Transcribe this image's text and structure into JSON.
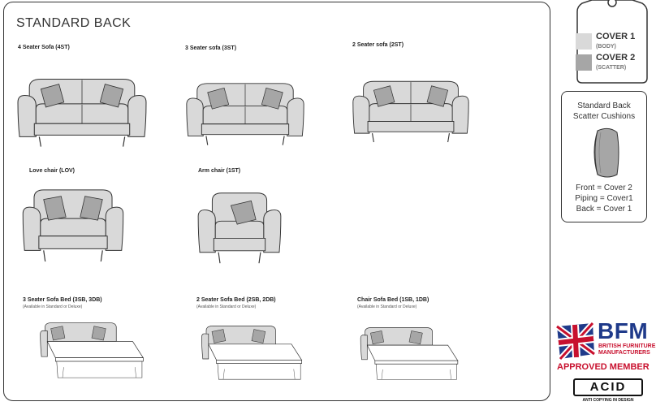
{
  "page_title": "STANDARD BACK",
  "items": [
    {
      "label": "4 Seater Sofa (4ST)"
    },
    {
      "label": "3 Seater sofa (3ST)"
    },
    {
      "label": "2 Seater sofa (2ST)"
    },
    {
      "label": "Love chair (LOV)"
    },
    {
      "label": "Arm chair (1ST)"
    },
    {
      "label": "3 Seater Sofa Bed (3SB, 3DB)",
      "note": "(Available in Standard or Deluxe)"
    },
    {
      "label": "2 Seater Sofa Bed (2SB, 2DB)",
      "note": "(Available in Standard or Deluxe)"
    },
    {
      "label": "Chair Sofa Bed (1SB, 1DB)",
      "note": "(Available in Standard or Deluxe)"
    }
  ],
  "legend": {
    "cover1": {
      "label": "COVER 1",
      "sub": "(BODY)",
      "color": "#d9d9d9"
    },
    "cover2": {
      "label": "COVER 2",
      "sub": "(SCATTER)",
      "color": "#a6a6a6"
    }
  },
  "scatter_info": {
    "title_line1": "Standard Back",
    "title_line2": "Scatter Cushions",
    "front": "Front = Cover 2",
    "piping": "Piping = Cover1",
    "back": "Back = Cover 1"
  },
  "bfm": {
    "abbr": "BFM",
    "line1": "BRITISH FURNITURE",
    "line2": "MANUFACTURERS",
    "approved": "APPROVED MEMBER"
  },
  "acid": {
    "logo": "ACID",
    "tagline": "ANTI COPYING IN DESIGN"
  }
}
